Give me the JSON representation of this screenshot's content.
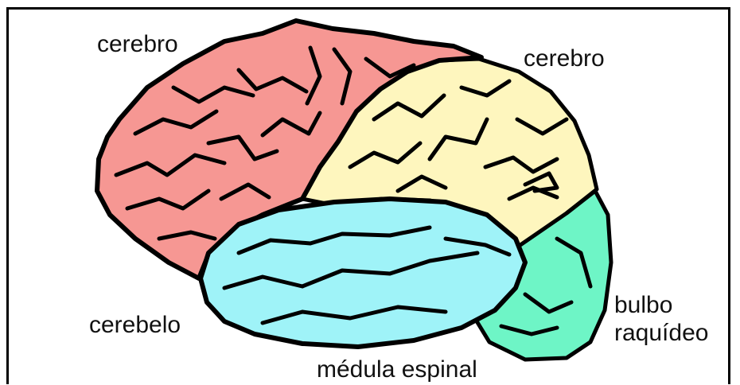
{
  "labels": {
    "cerebro_left": "cerebro",
    "cerebro_right": "cerebro",
    "cerebelo": "cerebelo",
    "medula": "médula espinal",
    "bulbo_line1": "bulbo",
    "bulbo_line2": "raquídeo"
  },
  "colors": {
    "frontal_region": "#F69793",
    "parietal_region": "#FEF6BE",
    "temporal_region": "#9FF3F8",
    "occipital_region": "#6EF5C6",
    "outline": "#000000",
    "background": "#FFFFFF"
  }
}
